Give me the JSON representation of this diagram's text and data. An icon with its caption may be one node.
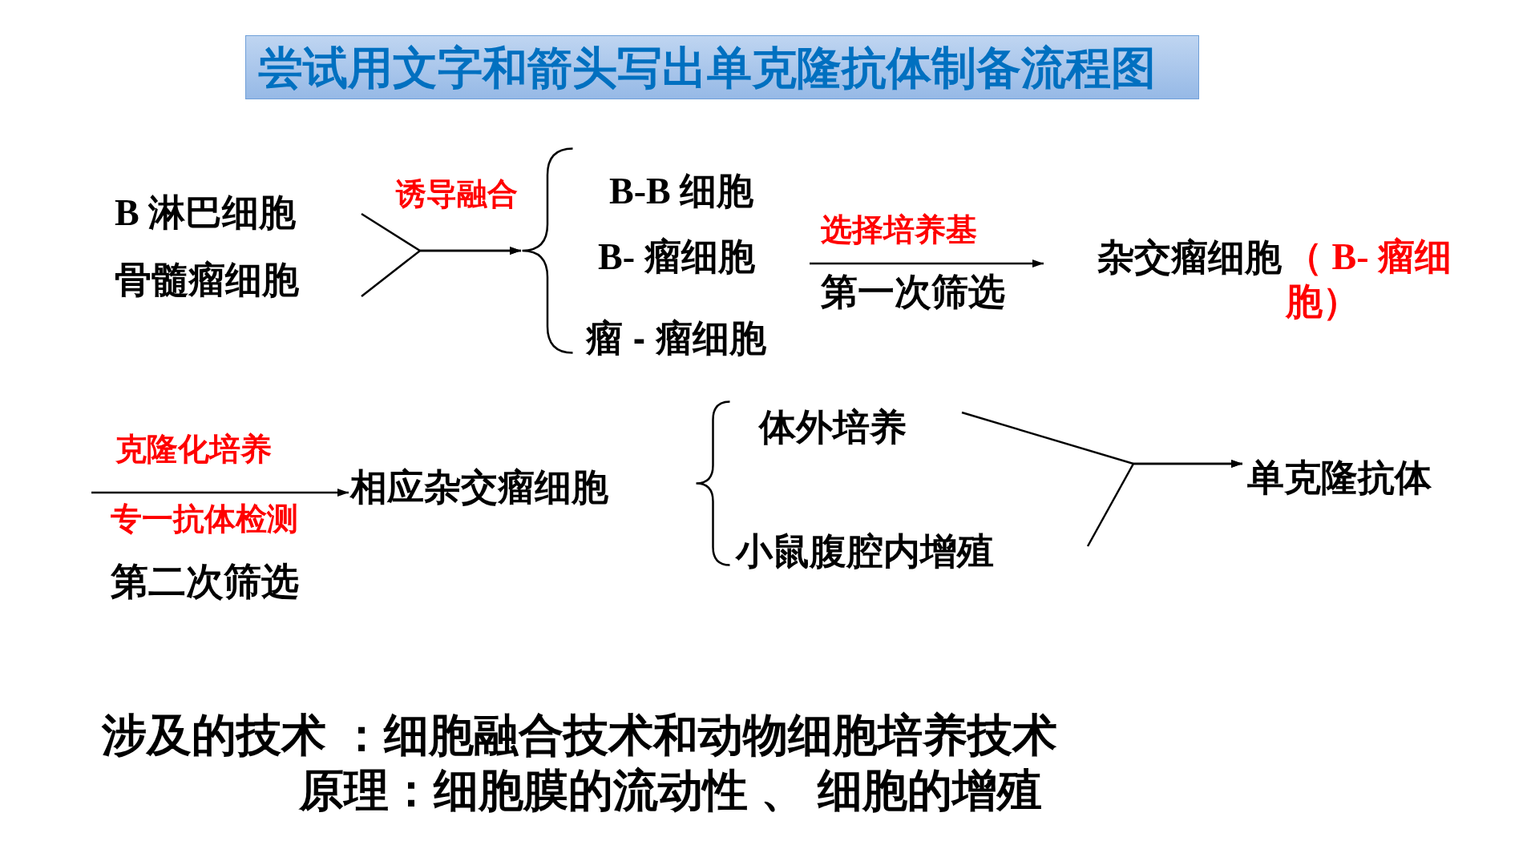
{
  "diagram": {
    "title": "尝试用文字和箭头写出单克隆抗体制备流程图",
    "nodes": [
      {
        "text": [
          "B 淋巴细胞"
        ]
      },
      {
        "text": [
          "骨髓瘤细胞"
        ]
      },
      {
        "text": [],
        "shape": "brace"
      },
      {
        "text": [
          "B-B 细胞"
        ]
      },
      {
        "text": [
          "B- 瘤细胞"
        ]
      },
      {
        "text": [
          "瘤 - 瘤细胞"
        ]
      },
      {
        "text": [
          "杂交瘤细胞",
          "（ B- 瘤细胞）"
        ]
      },
      {
        "text": [
          "相应杂交瘤细胞"
        ]
      },
      {
        "text": [
          "体外培养"
        ]
      },
      {
        "text": [
          "小鼠腹腔内增殖"
        ]
      },
      {
        "text": [
          "单克隆抗体"
        ]
      }
    ],
    "edges": [
      {
        "from": 0,
        "to": 2,
        "arrow": "to",
        "label": "诱导融合"
      },
      {
        "from": 1,
        "to": 2,
        "arrow": "to"
      },
      {
        "from": 4,
        "to": 6,
        "arrow": "to",
        "label": "选择培养基"
      },
      {
        "from": null,
        "to": 7,
        "arrow": "to",
        "label": "克隆化培养"
      },
      {
        "from": 8,
        "to": 10,
        "arrow": "to"
      },
      {
        "from": 9,
        "to": 10,
        "arrow": "to"
      }
    ],
    "labels": [
      "第一次筛选",
      "专一抗体检测",
      "第二次筛选",
      "涉及的技术 ：细胞融合技术和动物细胞培养技术",
      "原理：细胞膜的流动性 、 细胞的增殖"
    ]
  }
}
